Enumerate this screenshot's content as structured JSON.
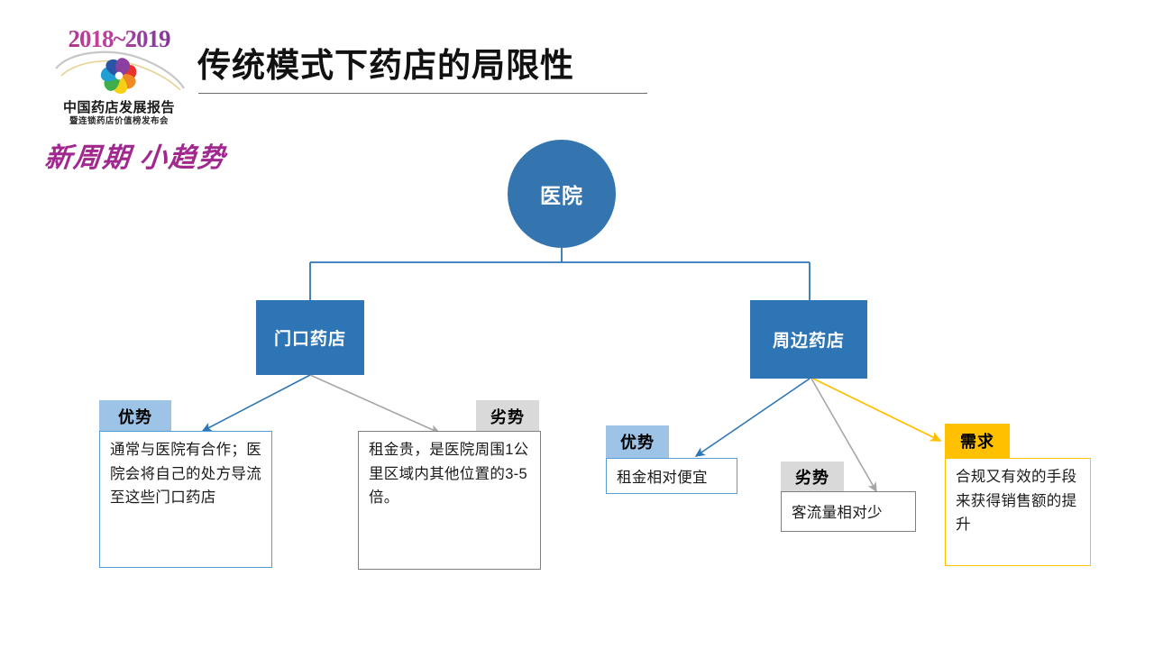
{
  "slide": {
    "title": "传统模式下药店的局限性",
    "background_color": "#FFFFFF"
  },
  "logo": {
    "years": "2018~2019",
    "main_cn": "中国药店发展报告",
    "sub_cn": "暨连锁药店价值榜发布会",
    "slogan": "新周期 小趋势",
    "slogan_color": "#A0288F",
    "years_color": "#9B2F86"
  },
  "diagram": {
    "root": {
      "label": "医院",
      "shape": "circle",
      "fill": "#3575AF"
    },
    "branches": [
      {
        "label": "门口药店",
        "shape": "rect",
        "fill": "#2E75B6"
      },
      {
        "label": "周边药店",
        "shape": "rect",
        "fill": "#2E75B6"
      }
    ],
    "callouts": [
      {
        "tag": "优势",
        "tag_color": "#9DC3E6",
        "border_color": "#5B9BD5",
        "text": "通常与医院有合作；医院会将自己的处方导流至这些门口药店",
        "parent": "门口药店"
      },
      {
        "tag": "劣势",
        "tag_color": "#D9D9D9",
        "border_color": "#7F7F7F",
        "text": "租金贵，是医院周围1公里区域内其他位置的3-5倍。",
        "parent": "门口药店"
      },
      {
        "tag": "优势",
        "tag_color": "#9DC3E6",
        "border_color": "#5B9BD5",
        "text": "租金相对便宜",
        "parent": "周边药店"
      },
      {
        "tag": "劣势",
        "tag_color": "#D9D9D9",
        "border_color": "#7F7F7F",
        "text": "客流量相对少",
        "parent": "周边药店"
      },
      {
        "tag": "需求",
        "tag_color": "#FFC000",
        "border_color": "#FFC000",
        "text": "合规又有效的手段来获得销售额的提升",
        "parent": "周边药店"
      }
    ],
    "connector_colors": {
      "tree": "#2E75B6",
      "advantage_arrow": "#2E75B6",
      "disadvantage_arrow": "#A6A6A6",
      "need_arrow": "#FFC000"
    }
  }
}
